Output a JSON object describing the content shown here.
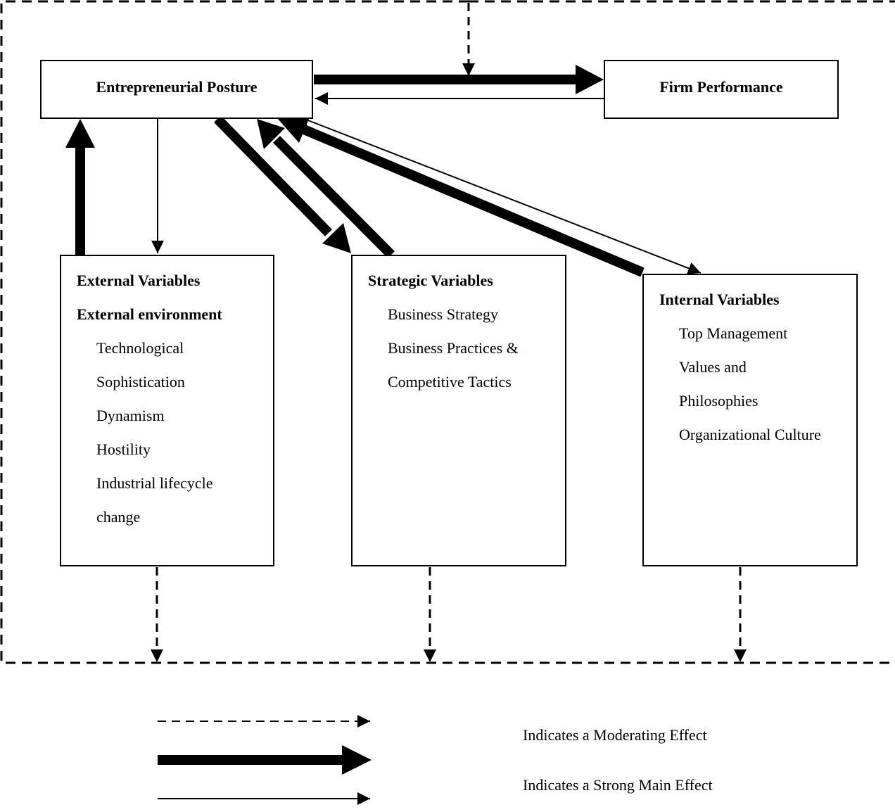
{
  "nodes": {
    "entrepreneurial_posture": "Entrepreneurial Posture",
    "firm_performance": "Firm Performance"
  },
  "external": {
    "heading": "External Variables",
    "subheading": "External environment",
    "items": [
      "Technological",
      "Sophistication",
      "Dynamism",
      "Hostility",
      "Industrial lifecycle",
      "change"
    ]
  },
  "strategic": {
    "heading": "Strategic Variables",
    "items": [
      "Business Strategy",
      "Business Practices &",
      "Competitive Tactics"
    ]
  },
  "internal": {
    "heading": "Internal Variables",
    "items": [
      "Top Management",
      "Values and",
      "Philosophies",
      "Organizational Culture"
    ]
  },
  "legend": {
    "moderating": "Indicates a Moderating Effect",
    "strong": "Indicates a Strong Main Effect"
  }
}
